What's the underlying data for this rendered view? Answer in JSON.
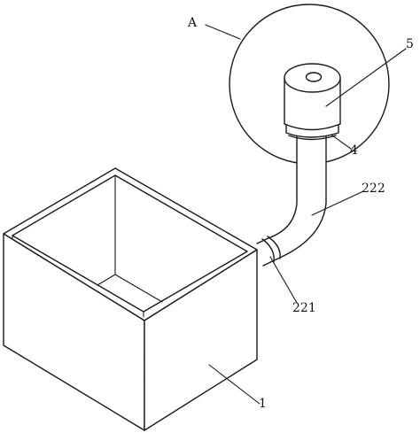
{
  "labels": {
    "detail": "A",
    "cap": "5",
    "ring": "4",
    "upper_pipe": "222",
    "lower_pipe": "221",
    "box": "1"
  }
}
